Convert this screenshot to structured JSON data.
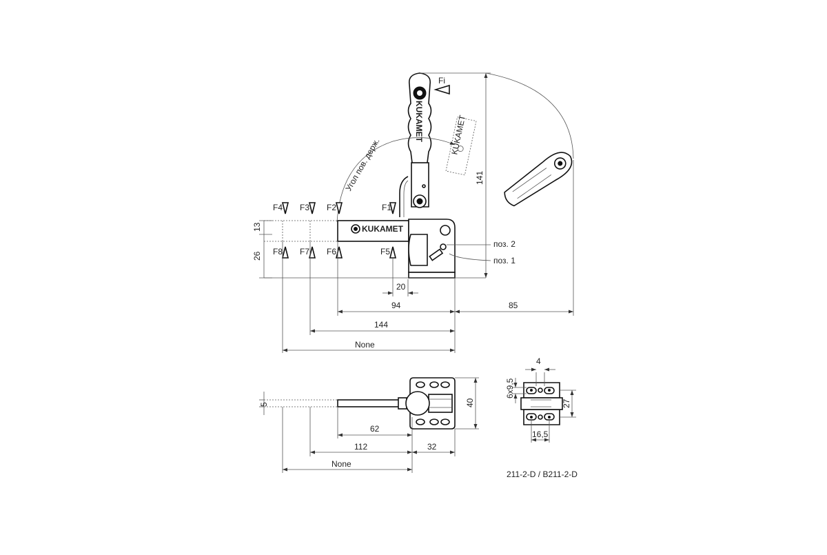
{
  "drawing": {
    "model": "211-2-D / B211-2-D",
    "brand": "KUKAMET",
    "angle_label": "Угол пов. держ.",
    "force_input": "Fi",
    "forces_top": [
      "F4",
      "F3",
      "F2",
      "F1"
    ],
    "forces_bottom": [
      "F8",
      "F7",
      "F6",
      "F5"
    ],
    "pos2": "поз. 2",
    "pos1": "поз. 1"
  },
  "side_view": {
    "dim_13": "13",
    "dim_26": "26",
    "dim_141": "141",
    "dim_20": "20",
    "dim_94": "94",
    "dim_85": "85",
    "dim_144": "144",
    "dim_none": "None"
  },
  "top_view": {
    "dim_5": "5",
    "dim_40": "40",
    "dim_62": "62",
    "dim_112": "112",
    "dim_32": "32",
    "dim_none": "None"
  },
  "base_view": {
    "dim_4": "4",
    "dim_6x95": "6x9,5",
    "dim_27": "27",
    "dim_165": "16,5"
  }
}
